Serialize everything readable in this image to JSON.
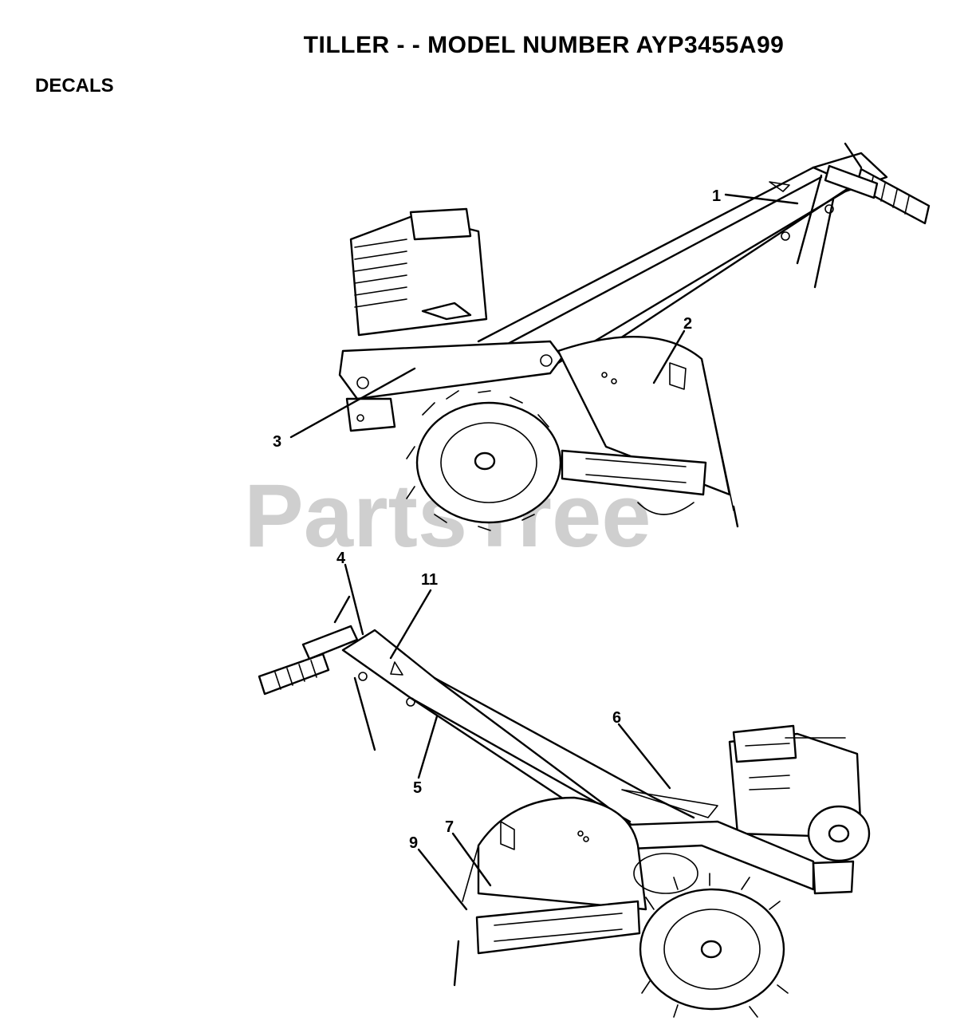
{
  "title": "TILLER - - MODEL NUMBER AYP3455A99",
  "section": "DECALS",
  "watermark": "PartsTree",
  "callouts": {
    "c1": "1",
    "c2": "2",
    "c3": "3",
    "c4": "4",
    "c5": "5",
    "c6": "6",
    "c7": "7",
    "c9": "9",
    "c11": "11"
  }
}
